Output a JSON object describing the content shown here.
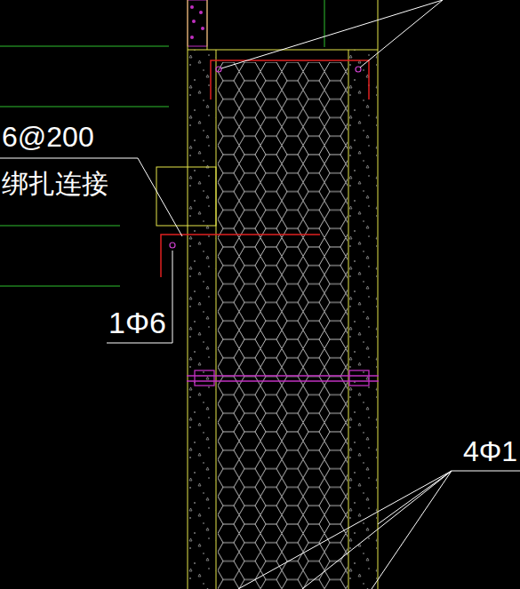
{
  "diagram": {
    "labels": [
      "6@200",
      "绑扎连接",
      "1Φ6",
      "4Φ1"
    ]
  }
}
